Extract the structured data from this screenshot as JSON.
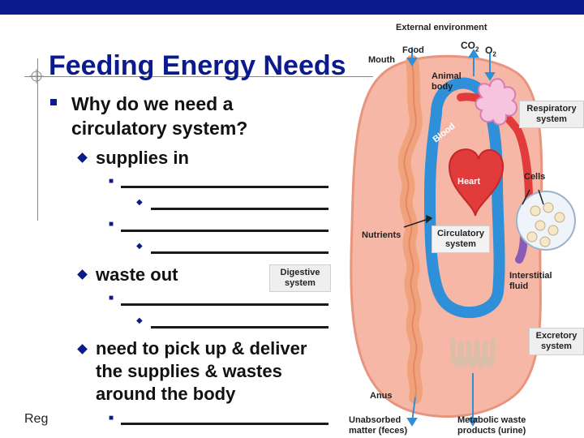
{
  "slide": {
    "title": "Feeding Energy Needs",
    "footer": "Reg",
    "bullets": {
      "main": "Why do we need a circulatory system?",
      "main_line1": "Why do we need a",
      "main_line2": "circulatory system?",
      "supplies": "supplies in",
      "waste": "waste out",
      "pickup_line1": "need to pick up & deliver",
      "pickup_line2": "the supplies & wastes",
      "pickup_line3": "around the body"
    }
  },
  "diagram": {
    "external_environment": "External environment",
    "food": "Food",
    "co2": "CO",
    "co2_sub": "2",
    "o2": "O",
    "o2_sub": "2",
    "mouth": "Mouth",
    "animal_body_1": "Animal",
    "animal_body_2": "body",
    "blood": "Blood",
    "heart": "Heart",
    "respiratory_1": "Respiratory",
    "respiratory_2": "system",
    "cells": "Cells",
    "nutrients": "Nutrients",
    "circulatory_1": "Circulatory",
    "circulatory_2": "system",
    "digestive_1": "Digestive",
    "digestive_2": "system",
    "interstitial_1": "Interstitial",
    "interstitial_2": "fluid",
    "excretory_1": "Excretory",
    "excretory_2": "system",
    "anus": "Anus",
    "unabsorbed_1": "Unabsorbed",
    "unabsorbed_2": "matter (feces)",
    "metabolic_1": "Metabolic waste",
    "metabolic_2": "products (urine)"
  },
  "colors": {
    "title": "#0b1a8c",
    "top_bar": "#0b1a8c",
    "body_fill": "#f6b7a6",
    "body_outline": "#e8957e",
    "blood_blue": "#2f8fd8",
    "blood_red": "#e23b3b",
    "gut": "#f0a27a",
    "kidney_tubes": "#d9bfa8"
  }
}
